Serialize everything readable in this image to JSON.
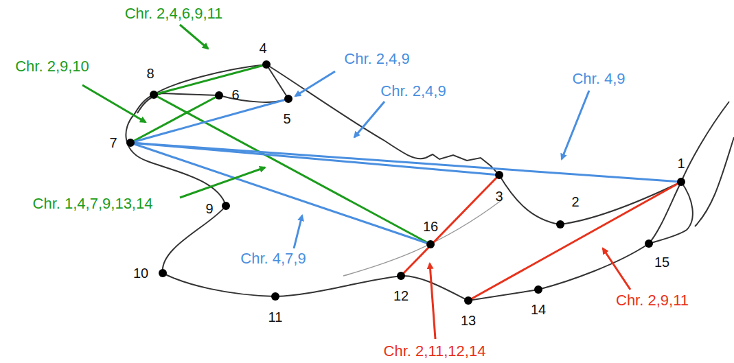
{
  "diagram": {
    "labels": [
      "1",
      "2",
      "3",
      "4",
      "5",
      "6",
      "7",
      "8",
      "9",
      "10",
      "11",
      "12",
      "13",
      "14",
      "15",
      "16",
      "Chr. 2,4,6,9,11",
      "Chr. 2,9,10",
      "Chr. 2,4,9",
      "Chr. 2,4,9",
      "Chr. 4,9",
      "Chr. 1,4,7,9,13,14",
      "Chr. 4,7,9",
      "Chr. 2,11,12,14",
      "Chr. 2,9,11"
    ]
  }
}
